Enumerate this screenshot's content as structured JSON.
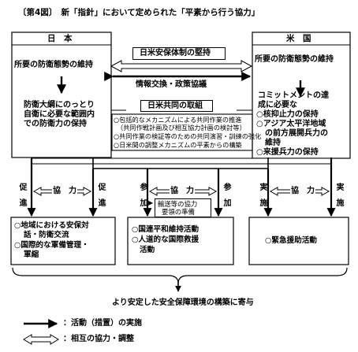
{
  "caption": "〔第4図〕　新「指針」において定められた「平素から行う協力」",
  "japan": {
    "header": "日　本",
    "role": "所要の防衛態勢の維持",
    "policy": [
      "防衛大綱にのっとり",
      "自衛に必要な範囲内",
      "での防衛力の保持"
    ]
  },
  "us": {
    "header": "米　国",
    "role": "所要の防衛態勢の維持",
    "commitment": [
      "コミットメントの達",
      "成に必要な"
    ],
    "items": [
      "○核抑止力の保持",
      "○アジア太平洋地域",
      "の前方展開兵力の",
      "維持",
      "○来援兵力の保持"
    ]
  },
  "center": {
    "security_system": "日米安保体制の堅持",
    "info_exchange": "情報交換・政策協議",
    "joint_header": "日米共同の取組",
    "joint_items": [
      "○包括的なメカニズムによる共同作業の推進",
      "（共同作戦計画及び相互協力計画の検討等）",
      "○共同作業の検証等のための共同演習・訓練の強化",
      "○日米間の調整メカニズムの平素からの構築"
    ]
  },
  "cooperation": {
    "label": "協　力",
    "promote": "促進",
    "participate": "参加",
    "implement": "実施",
    "transport_support": [
      "輸送等の協力",
      "要領の準備"
    ]
  },
  "bottom_boxes": {
    "left": [
      "○地域における安保対",
      "話・防衛交流",
      "○国際的な軍備管理・",
      "軍縮"
    ],
    "middle": [
      "○国連平和維持活動",
      "○人道的な国際救援",
      "活動"
    ],
    "right": "○緊急援助活動"
  },
  "conclusion": "より安定した安全保障環境の構築に寄与",
  "legend": {
    "implementation": "：活動（措置）の実施",
    "cooperation": "：相互の協力・調整"
  }
}
